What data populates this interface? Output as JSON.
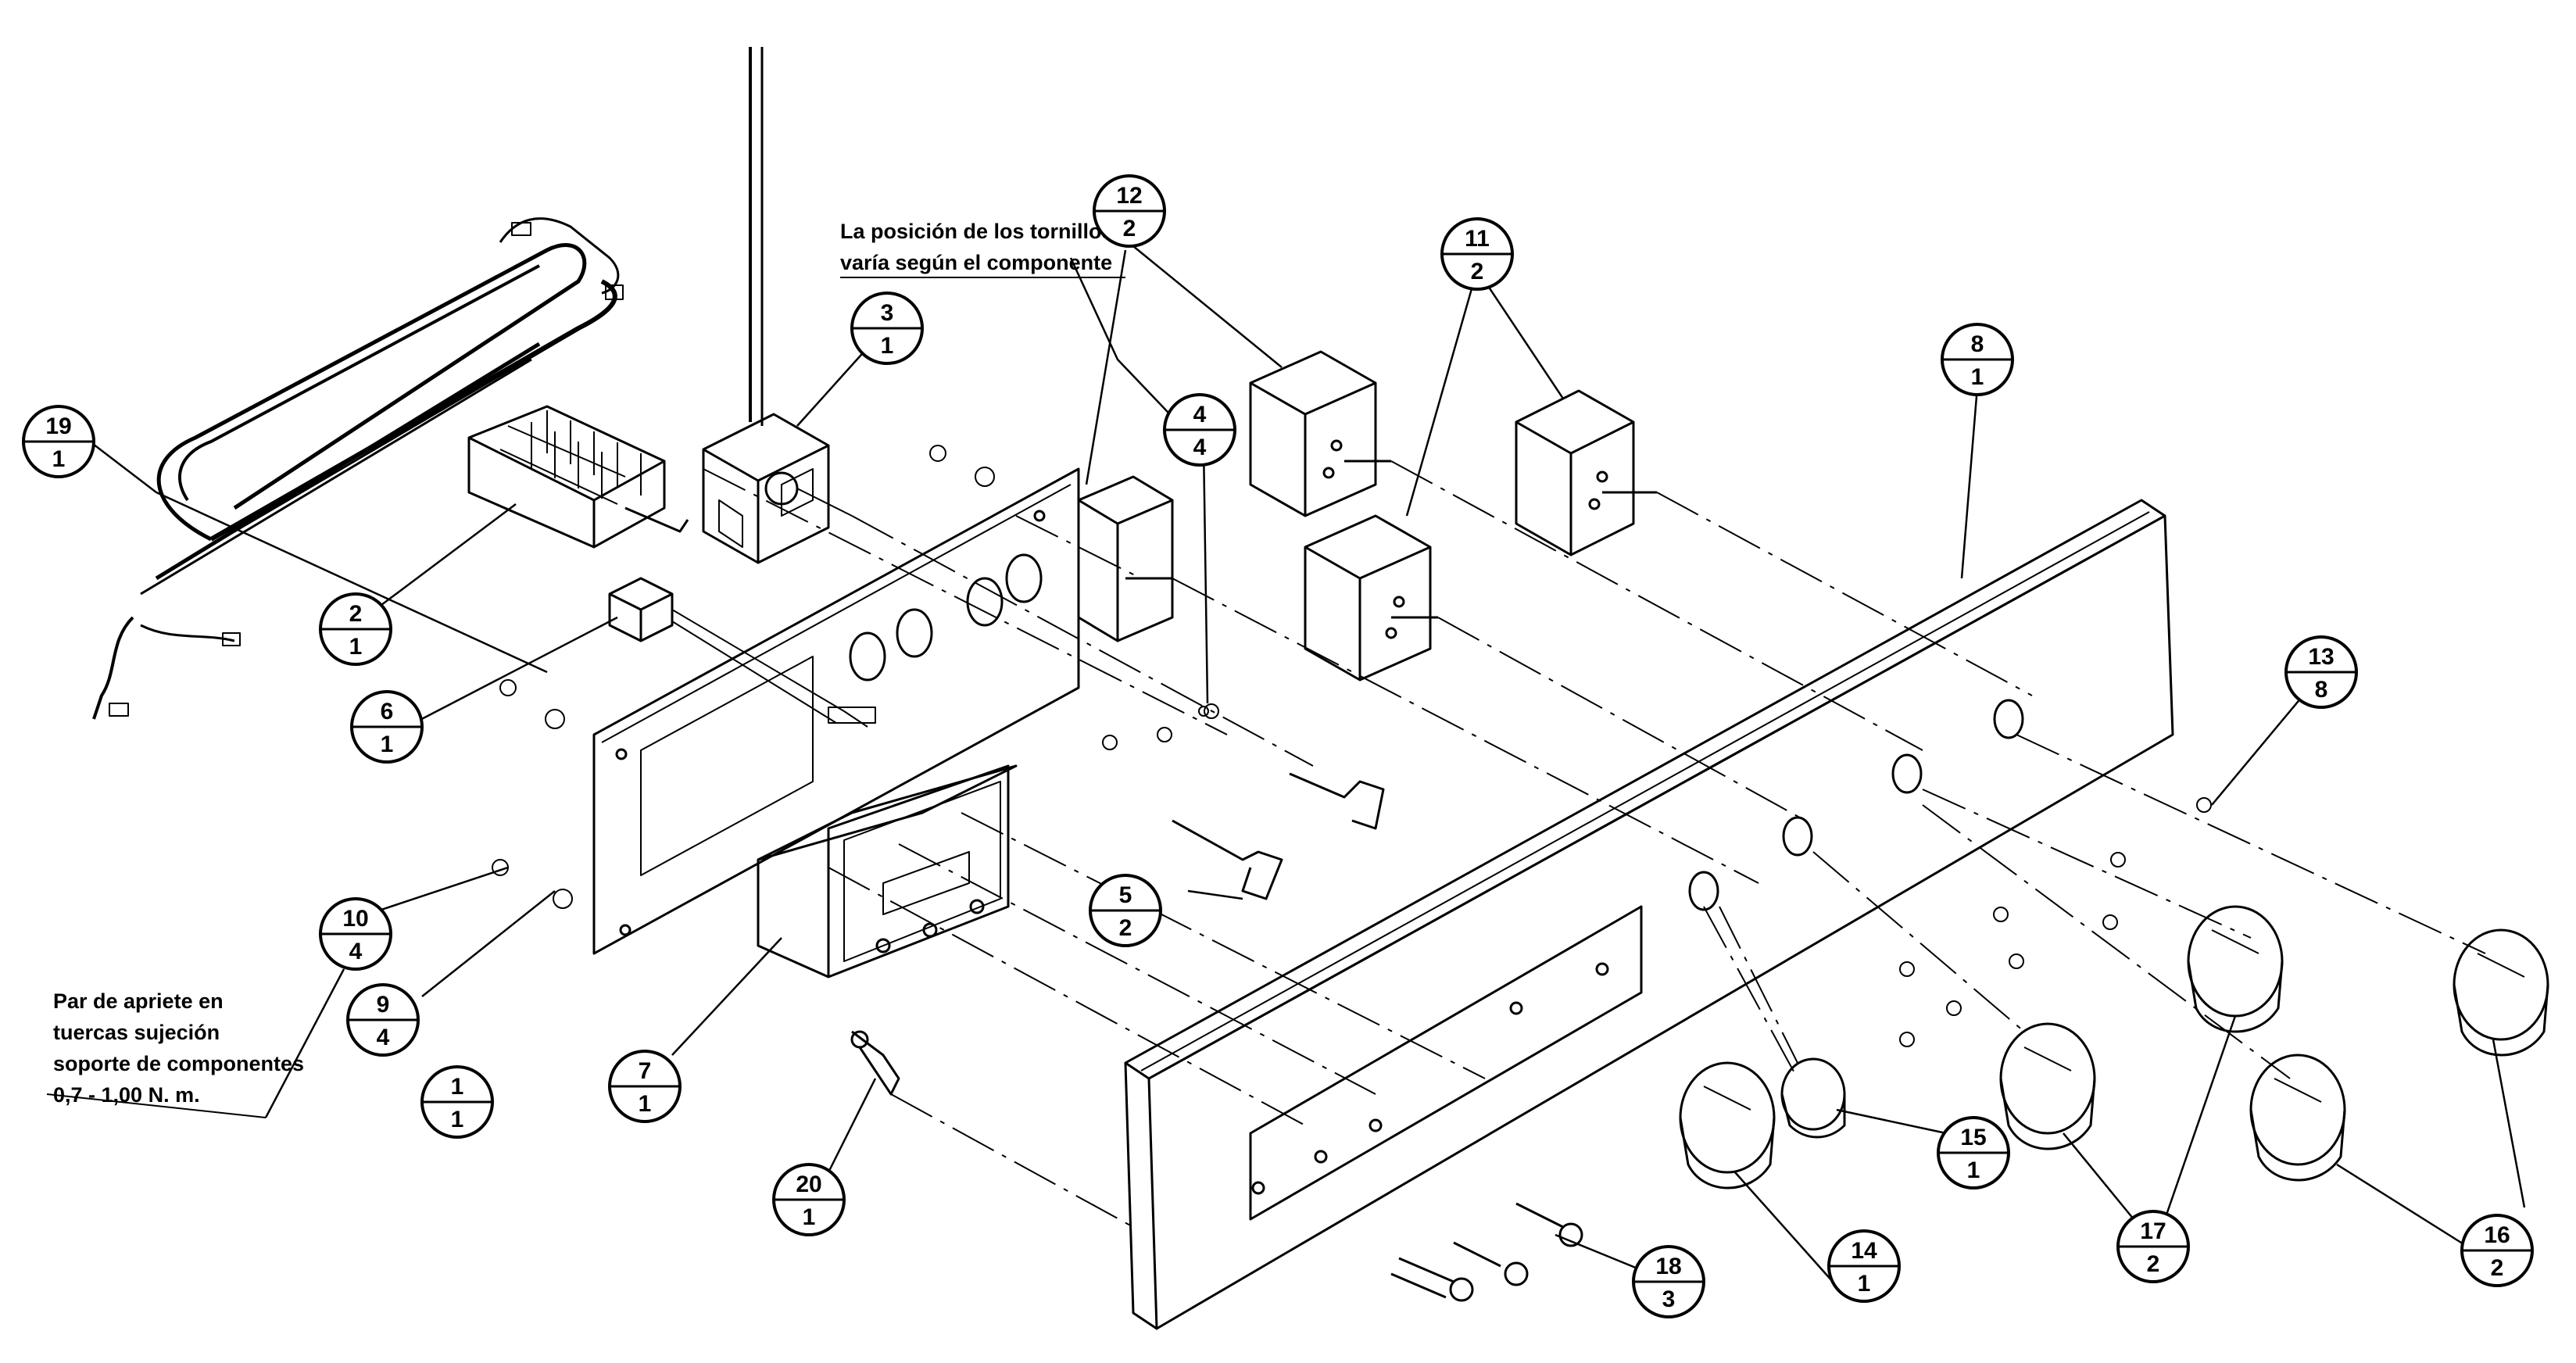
{
  "notes": {
    "screws_line1": "La posición de los tornillos",
    "screws_line2": "varía según el componente",
    "torque_line1": "Par de apriete en",
    "torque_line2": "tuercas sujeción",
    "torque_line3": "soporte de componentes",
    "torque_line4": "0,7 - 1,00 N. m."
  },
  "callouts": [
    {
      "ref": "1",
      "qty": "1"
    },
    {
      "ref": "2",
      "qty": "1"
    },
    {
      "ref": "3",
      "qty": "1"
    },
    {
      "ref": "4",
      "qty": "4"
    },
    {
      "ref": "5",
      "qty": "2"
    },
    {
      "ref": "6",
      "qty": "1"
    },
    {
      "ref": "7",
      "qty": "1"
    },
    {
      "ref": "8",
      "qty": "1"
    },
    {
      "ref": "9",
      "qty": "4"
    },
    {
      "ref": "10",
      "qty": "4"
    },
    {
      "ref": "11",
      "qty": "2"
    },
    {
      "ref": "12",
      "qty": "2"
    },
    {
      "ref": "13",
      "qty": "8"
    },
    {
      "ref": "14",
      "qty": "1"
    },
    {
      "ref": "15",
      "qty": "1"
    },
    {
      "ref": "16",
      "qty": "2"
    },
    {
      "ref": "17",
      "qty": "2"
    },
    {
      "ref": "18",
      "qty": "3"
    },
    {
      "ref": "19",
      "qty": "1"
    },
    {
      "ref": "20",
      "qty": "1"
    }
  ]
}
